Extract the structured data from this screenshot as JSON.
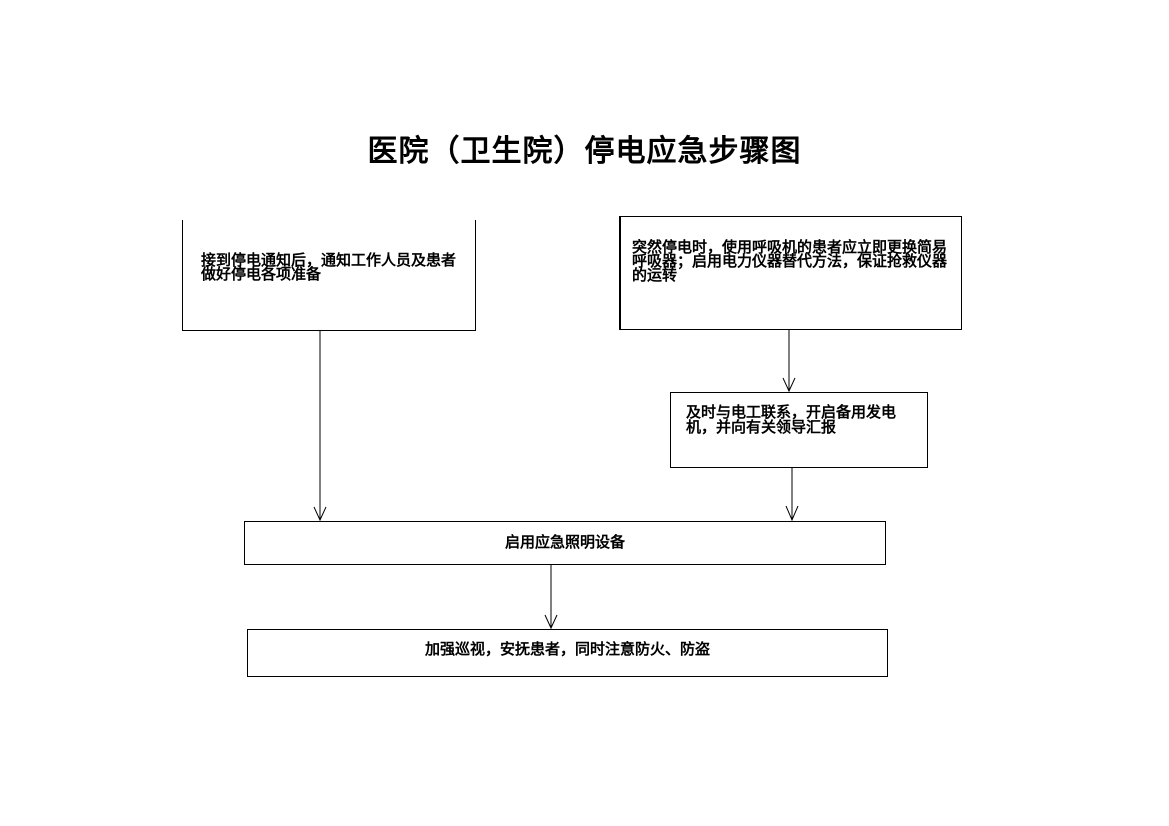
{
  "title": "医院（卫生院）停电应急步骤图",
  "steps": {
    "notice": "接到停电通知后，通知工作人员及患者做好停电各项准备",
    "sudden_outage": "突然停电时，使用呼吸机的患者应立即更换简易呼吸器；启用电力仪器替代方法，保证抢救仪器的运转",
    "contact_electrician": "及时与电工联系，开启备用发电机，并向有关领导汇报",
    "emergency_lighting": "启用应急照明设备",
    "patrol": "加强巡视，安抚患者，同时注意防火、防盗"
  },
  "colors": {
    "line": "#000000",
    "background": "#ffffff"
  }
}
